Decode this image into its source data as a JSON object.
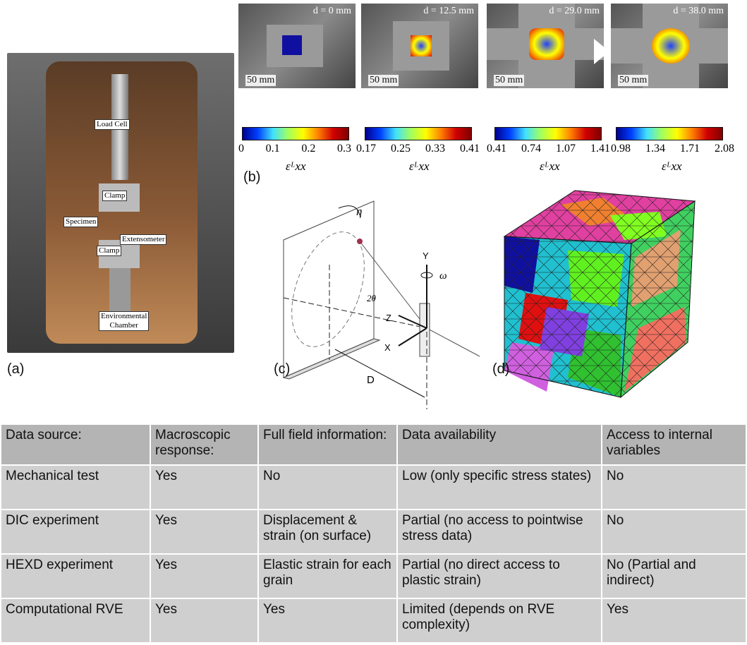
{
  "panel_labels": {
    "a": "(a)",
    "b": "(b)",
    "c": "(c)",
    "d": "(d)"
  },
  "photo_tags": {
    "load_cell": "Load Cell",
    "clamp_top": "Clamp",
    "specimen": "Specimen",
    "extensometer": "Extensometer",
    "clamp_bottom": "Clamp",
    "env1": "Environmental",
    "env2": "Chamber"
  },
  "dic": [
    {
      "d": "d = 0 mm",
      "scale": "50 mm",
      "ticks": [
        "0",
        "0.1",
        "0.2",
        "0.3"
      ]
    },
    {
      "d": "d = 12.5 mm",
      "scale": "50 mm",
      "ticks": [
        "0.17",
        "0.25",
        "0.33",
        "0.41"
      ]
    },
    {
      "d": "d = 29.0 mm",
      "scale": "50 mm",
      "ticks": [
        "0.41",
        "0.74",
        "1.07",
        "1.41"
      ]
    },
    {
      "d": "d = 38.0 mm",
      "scale": "50 mm",
      "ticks": [
        "0.98",
        "1.34",
        "1.71",
        "2.08"
      ]
    }
  ],
  "strain_label": "εᴸxx",
  "diagram": {
    "eta": "η",
    "two_theta": "2θ",
    "omega": "ω",
    "y": "Y",
    "z": "Z",
    "x": "X",
    "D": "D"
  },
  "colors": {
    "header": "#b4b4b4",
    "row": "#cfcfcf"
  },
  "table": {
    "headers": [
      "Data source:",
      "Macroscopic response:",
      "Full field information:",
      "Data availability",
      "Access to internal variables"
    ],
    "rows": [
      [
        "Mechanical test",
        "Yes",
        "No",
        "Low (only specific stress states)",
        "No"
      ],
      [
        "DIC experiment",
        "Yes",
        "Displacement & strain (on surface)",
        "Partial (no access to pointwise stress data)",
        "No"
      ],
      [
        "HEXD experiment",
        "Yes",
        "Elastic strain for each grain",
        "Partial (no direct access to plastic strain)",
        "No (Partial and indirect)"
      ],
      [
        "Computational RVE",
        "Yes",
        "Yes",
        "Limited (depends on RVE complexity)",
        "Yes"
      ]
    ]
  }
}
